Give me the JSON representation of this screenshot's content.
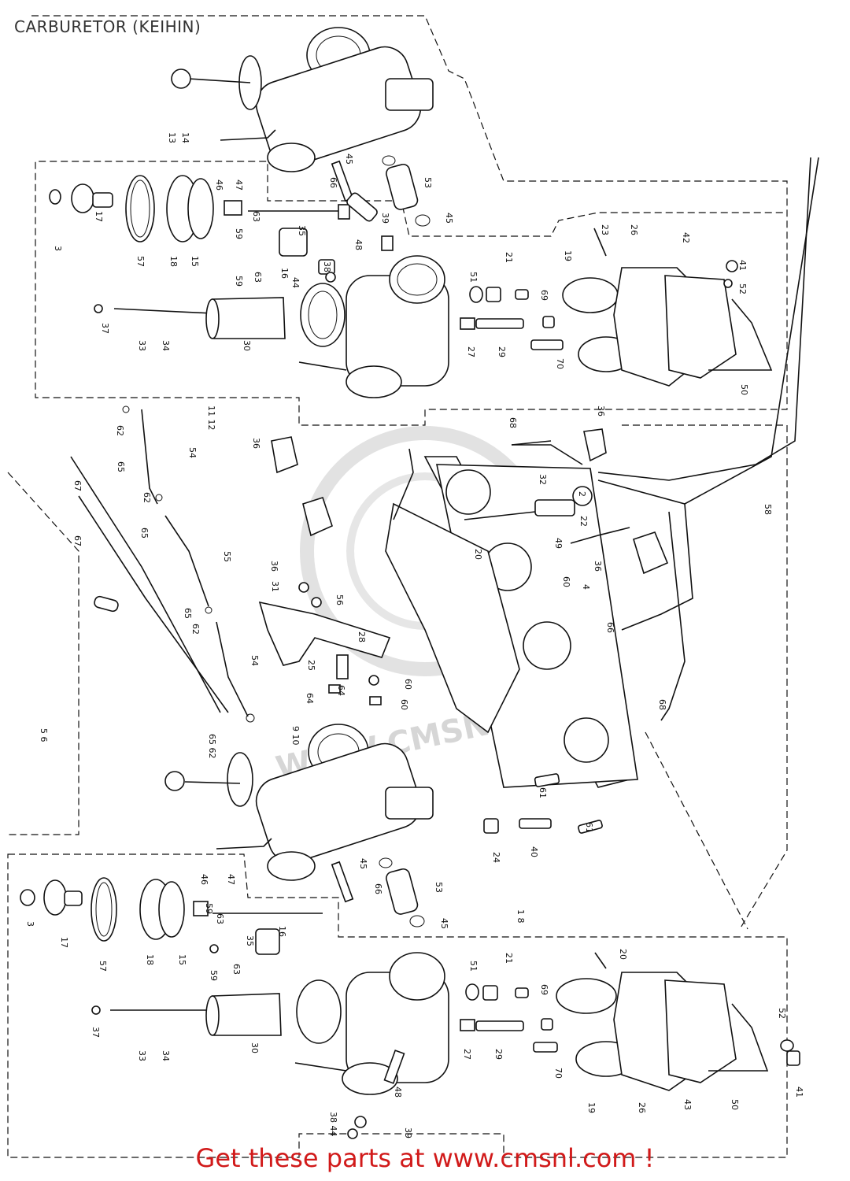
{
  "title": "CARBURETOR (KEIHIN)",
  "footer": {
    "text": "Get these parts at www.cmsnl.com !"
  },
  "watermark": "WWW.CMSNL.COM",
  "colors": {
    "link": "#d11a1a",
    "line": "#111111",
    "watermark": "#d6d6d6"
  },
  "part_numbers": {
    "upper_carb": [
      "13",
      "14",
      "45",
      "66",
      "53",
      "45"
    ],
    "upper_detail": [
      "3",
      "17",
      "57",
      "18",
      "15",
      "46",
      "47",
      "59",
      "63",
      "35",
      "39",
      "59",
      "63",
      "16",
      "38",
      "44",
      "48",
      "37",
      "33",
      "34",
      "30",
      "51",
      "21",
      "27",
      "29",
      "69",
      "70",
      "19",
      "23",
      "26",
      "42",
      "41",
      "52",
      "50"
    ],
    "linkage": [
      "11 12",
      "36",
      "62",
      "65",
      "54",
      "67",
      "62",
      "65",
      "55",
      "67",
      "31",
      "56",
      "65",
      "62",
      "54",
      "25",
      "28",
      "64",
      "60",
      "64",
      "60",
      "68",
      "32",
      "2",
      "22",
      "20",
      "49",
      "60",
      "36",
      "4",
      "66",
      "68",
      "58",
      "36",
      "36"
    ],
    "lower_carb": [
      "5 6",
      "65 62",
      "9 10",
      "45",
      "66",
      "53",
      "45",
      "61",
      "24",
      "40",
      "61"
    ],
    "lower_detail": [
      "1 8",
      "3",
      "17",
      "57",
      "18",
      "15",
      "46",
      "47",
      "59",
      "63",
      "35",
      "16",
      "59",
      "63",
      "20",
      "37",
      "33",
      "34",
      "30",
      "51",
      "21",
      "27",
      "29",
      "69",
      "70",
      "19",
      "26",
      "43",
      "50",
      "52",
      "41",
      "38 44",
      "48",
      "39"
    ]
  }
}
